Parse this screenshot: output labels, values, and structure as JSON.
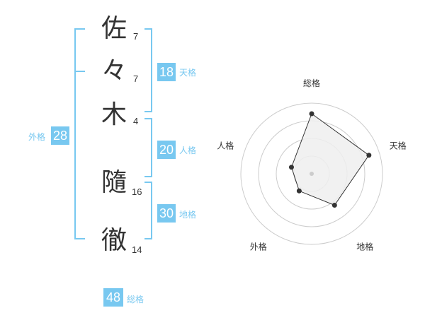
{
  "name": {
    "characters": [
      {
        "char": "佐",
        "strokes": "7"
      },
      {
        "char": "々",
        "strokes": "7"
      },
      {
        "char": "木",
        "strokes": "4"
      },
      {
        "char": "",
        "strokes": ""
      },
      {
        "char": "隨",
        "strokes": "16"
      },
      {
        "char": "徹",
        "strokes": "14"
      }
    ]
  },
  "fortunes": {
    "tenkaku": {
      "value": "18",
      "label": "天格"
    },
    "jinkaku": {
      "value": "20",
      "label": "人格"
    },
    "chikaku": {
      "value": "30",
      "label": "地格"
    },
    "gaikaku": {
      "value": "28",
      "label": "外格"
    },
    "soukaku": {
      "value": "48",
      "label": "総格"
    }
  },
  "colors": {
    "accent": "#78c8f0",
    "text": "#333333",
    "grid": "#cccccc",
    "fill": "#eeeeee"
  },
  "chart_data": {
    "type": "radar",
    "axes": [
      "総格",
      "天格",
      "地格",
      "外格",
      "人格"
    ],
    "values": [
      0.85,
      0.85,
      0.55,
      0.3,
      0.3
    ],
    "rings": 4
  }
}
